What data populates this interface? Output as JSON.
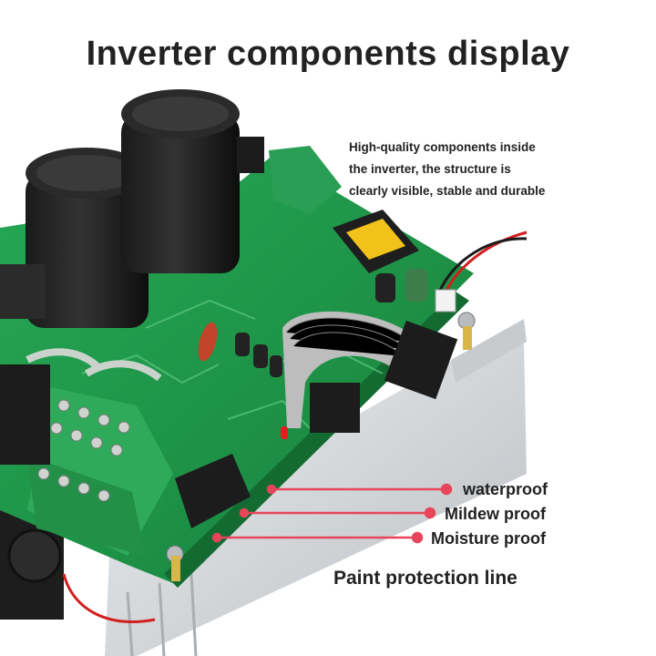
{
  "title": "Inverter components display",
  "description": {
    "lines": [
      "High-quality components inside",
      "the inverter, the structure is",
      "clearly visible, stable and durable"
    ]
  },
  "callouts": [
    {
      "label": "waterproof"
    },
    {
      "label": "Mildew proof"
    },
    {
      "label": "Moisture proof"
    }
  ],
  "footer_label": "Paint protection line",
  "colors": {
    "pcb_green": "#1f9a4a",
    "heatsink": "#d9dcde",
    "callout_line": "#e8455a",
    "text": "#222222"
  }
}
